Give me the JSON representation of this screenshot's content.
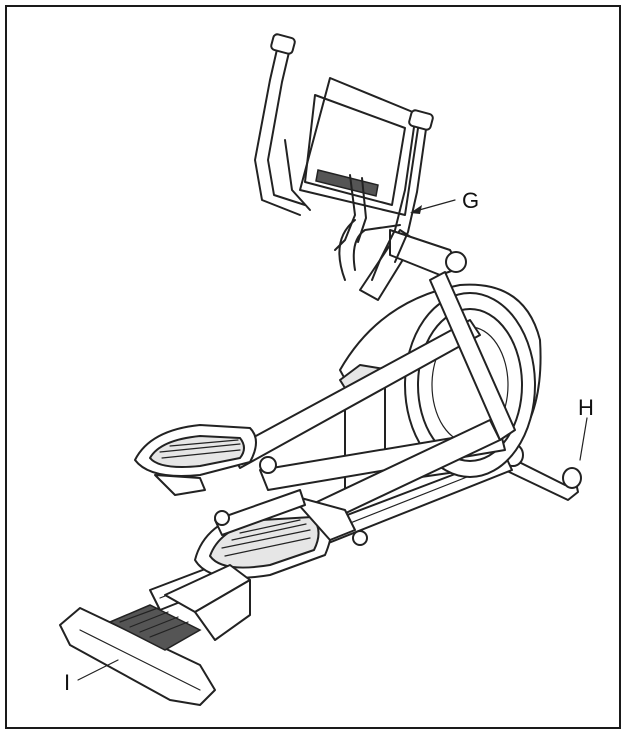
{
  "callouts": {
    "g": "G",
    "h": "H",
    "i": "I"
  },
  "colors": {
    "line": "#222222",
    "background": "#ffffff"
  }
}
